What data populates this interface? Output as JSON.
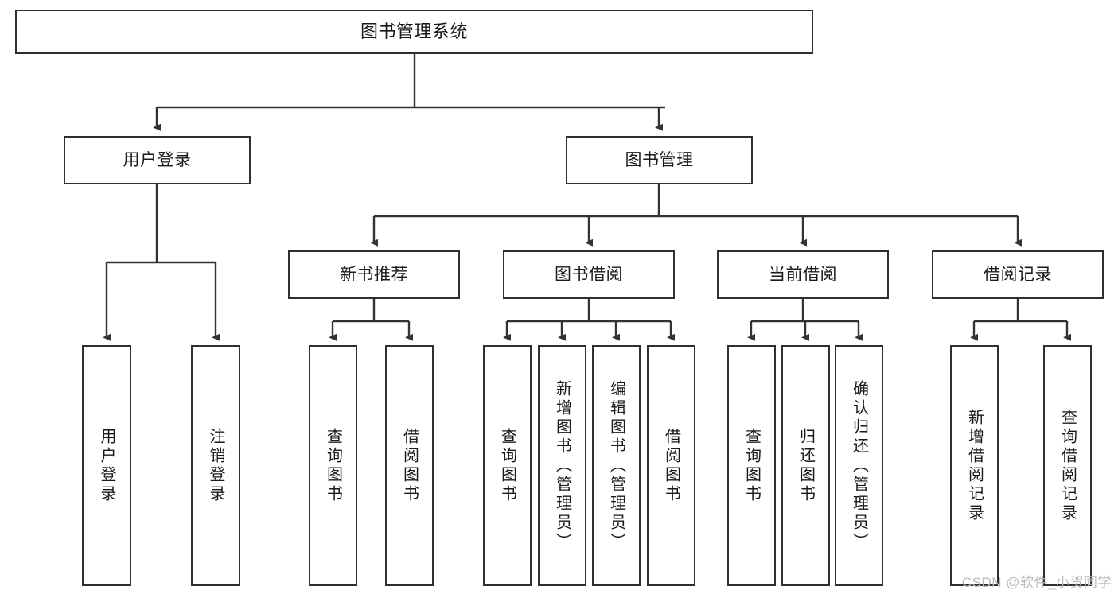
{
  "diagram": {
    "title": "图书管理系统",
    "type": "hierarchy-tree",
    "colors": {
      "box_border": "#2f2f2f",
      "box_fill": "#ffffff",
      "edge": "#333333",
      "text": "#1a1a1a",
      "watermark": "#b9b9b9",
      "background": "#ffffff"
    },
    "levels": {
      "root": {
        "label": "图书管理系统"
      },
      "level2": [
        {
          "label": "用户登录"
        },
        {
          "label": "图书管理"
        }
      ],
      "level3": [
        {
          "label": "新书推荐"
        },
        {
          "label": "图书借阅"
        },
        {
          "label": "当前借阅"
        },
        {
          "label": "借阅记录"
        }
      ],
      "leaves": {
        "user_login": [
          {
            "label": "用户登录"
          },
          {
            "label": "注销登录"
          }
        ],
        "new_book_recommend": [
          {
            "label": "查询图书"
          },
          {
            "label": "借阅图书"
          }
        ],
        "book_borrow": [
          {
            "label": "查询图书"
          },
          {
            "label": "新增图书（管理员）"
          },
          {
            "label": "编辑图书（管理员）"
          },
          {
            "label": "借阅图书"
          }
        ],
        "current_borrow": [
          {
            "label": "查询图书"
          },
          {
            "label": "归还图书"
          },
          {
            "label": "确认归还（管理员）"
          }
        ],
        "borrow_record": [
          {
            "label": "新增借阅记录"
          },
          {
            "label": "查询借阅记录"
          }
        ]
      }
    },
    "watermark": "CSDN @软件_小贺同学"
  },
  "chart_data": {
    "type": "table",
    "title": "图书管理系统",
    "tree": {
      "name": "图书管理系统",
      "children": [
        {
          "name": "用户登录",
          "children": [
            {
              "name": "用户登录"
            },
            {
              "name": "注销登录"
            }
          ]
        },
        {
          "name": "图书管理",
          "children": [
            {
              "name": "新书推荐",
              "children": [
                {
                  "name": "查询图书"
                },
                {
                  "name": "借阅图书"
                }
              ]
            },
            {
              "name": "图书借阅",
              "children": [
                {
                  "name": "查询图书"
                },
                {
                  "name": "新增图书（管理员）"
                },
                {
                  "name": "编辑图书（管理员）"
                },
                {
                  "name": "借阅图书"
                }
              ]
            },
            {
              "name": "当前借阅",
              "children": [
                {
                  "name": "查询图书"
                },
                {
                  "name": "归还图书"
                },
                {
                  "name": "确认归还（管理员）"
                }
              ]
            },
            {
              "name": "借阅记录",
              "children": [
                {
                  "name": "新增借阅记录"
                },
                {
                  "name": "查询借阅记录"
                }
              ]
            }
          ]
        }
      ]
    }
  }
}
